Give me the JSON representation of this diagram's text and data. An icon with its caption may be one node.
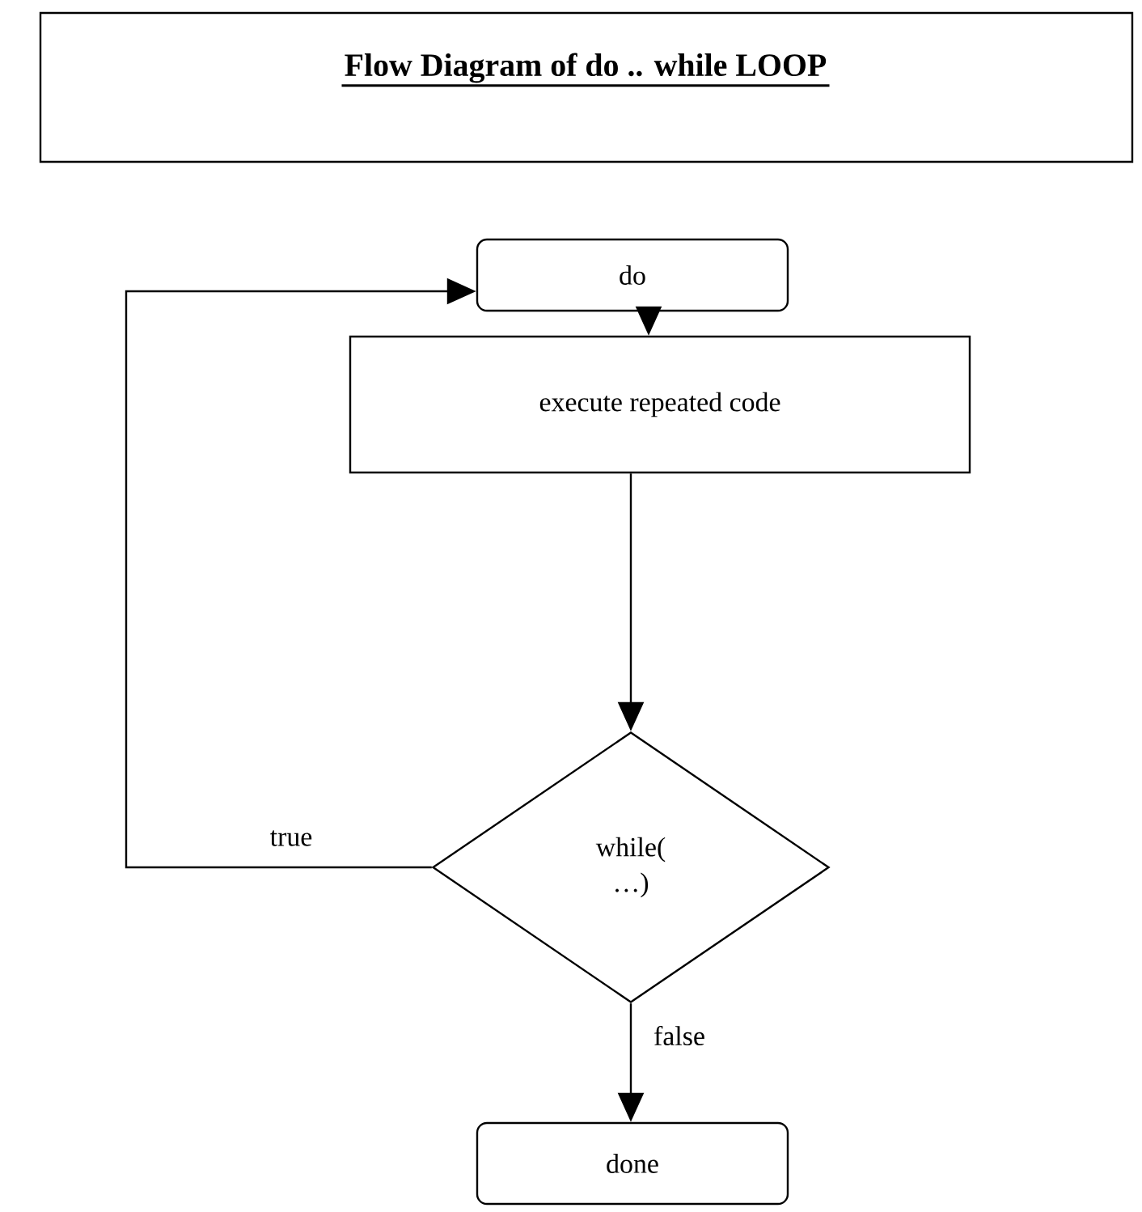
{
  "diagram": {
    "title": "Flow Diagram of do .. while LOOP",
    "nodes": [
      {
        "text": [
          "do"
        ]
      },
      {
        "text": [
          "execute repeated code"
        ]
      },
      {
        "text": [
          "while( …)"
        ]
      },
      {
        "text": [
          "done"
        ]
      }
    ],
    "edges": [
      {
        "from": 0,
        "to": 1,
        "arrow": "to"
      },
      {
        "from": 1,
        "to": 2,
        "arrow": "to"
      },
      {
        "from": 2,
        "to": 0,
        "arrow": "to",
        "label": "true"
      },
      {
        "from": 2,
        "to": 3,
        "arrow": "to",
        "label": "false"
      }
    ]
  }
}
